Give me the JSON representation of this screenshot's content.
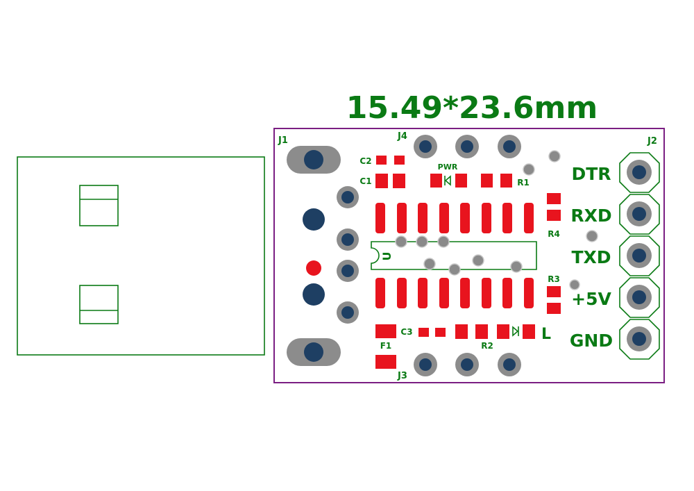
{
  "title": "15.49*23.6mm",
  "colors": {
    "silkscreen": "#0a7a14",
    "outline": "#7a1e82",
    "smd_pad": "#e8141e",
    "through_hole_ring": "#8c8c8c",
    "drill_hole": "#1e3f63",
    "power_led_hole": "#e8141e"
  },
  "designators": {
    "j1": "J1",
    "j2": "J2",
    "j3": "J3",
    "j4": "J4",
    "c1": "C1",
    "c2": "C2",
    "c3": "C3",
    "r1": "R1",
    "r2": "R2",
    "r3": "R3",
    "r4": "R4",
    "f1": "F1",
    "pwr": "PWR",
    "led_l": "L",
    "ic_mark": "U"
  },
  "pins": {
    "dtr": "DTR",
    "rxd": "RXD",
    "txd": "TXD",
    "vcc": "+5V",
    "gnd": "GND"
  }
}
